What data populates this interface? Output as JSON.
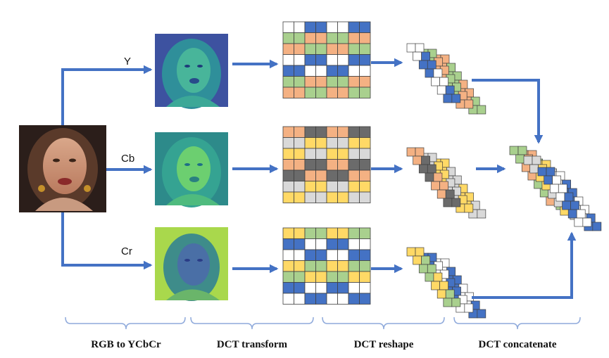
{
  "colors": {
    "arrow": "#4472c4",
    "bracket": "#8ea9db",
    "cell_white": "#ffffff",
    "cell_blue": "#4472c4",
    "cell_green": "#a9d08e",
    "cell_orange": "#f4b183",
    "cell_gray_dark": "#6b6b6b",
    "cell_gray_light": "#d9d9d9",
    "cell_yellow": "#ffd966",
    "grid_line": "#404040",
    "face_tint_y": "#3a6ea8",
    "face_tint_cb": "#3fae8c",
    "face_tint_cr": "#a8d84a"
  },
  "channels": [
    {
      "label": "Y",
      "icon": "face-y-channel-image",
      "palette": [
        "cell_white",
        "cell_blue",
        "cell_green",
        "cell_orange"
      ],
      "grid": [
        [
          0,
          0,
          1,
          1,
          0,
          0,
          1,
          1
        ],
        [
          2,
          2,
          3,
          3,
          2,
          2,
          3,
          3
        ],
        [
          3,
          3,
          2,
          2,
          3,
          3,
          2,
          2
        ],
        [
          0,
          0,
          1,
          1,
          0,
          0,
          1,
          1
        ],
        [
          1,
          1,
          0,
          0,
          1,
          1,
          0,
          0
        ],
        [
          2,
          2,
          3,
          3,
          2,
          2,
          3,
          3
        ],
        [
          3,
          3,
          2,
          2,
          3,
          3,
          2,
          2
        ]
      ]
    },
    {
      "label": "Cb",
      "icon": "face-cb-channel-image",
      "palette": [
        "cell_orange",
        "cell_gray_dark",
        "cell_gray_light",
        "cell_yellow"
      ],
      "grid": [
        [
          0,
          0,
          1,
          1,
          0,
          0,
          1,
          1
        ],
        [
          2,
          2,
          3,
          3,
          2,
          2,
          3,
          3
        ],
        [
          3,
          3,
          2,
          2,
          3,
          3,
          2,
          2
        ],
        [
          0,
          0,
          1,
          1,
          0,
          0,
          1,
          1
        ],
        [
          1,
          1,
          0,
          0,
          1,
          1,
          0,
          0
        ],
        [
          2,
          2,
          3,
          3,
          2,
          2,
          3,
          3
        ],
        [
          3,
          3,
          2,
          2,
          3,
          3,
          2,
          2
        ]
      ]
    },
    {
      "label": "Cr",
      "icon": "face-cr-channel-image",
      "palette": [
        "cell_yellow",
        "cell_green",
        "cell_blue",
        "cell_white"
      ],
      "grid": [
        [
          0,
          0,
          1,
          1,
          0,
          0,
          1,
          1
        ],
        [
          2,
          2,
          3,
          3,
          2,
          2,
          3,
          3
        ],
        [
          3,
          3,
          2,
          2,
          3,
          3,
          2,
          2
        ],
        [
          0,
          0,
          1,
          1,
          0,
          0,
          1,
          1
        ],
        [
          1,
          1,
          0,
          0,
          1,
          1,
          0,
          0
        ],
        [
          2,
          2,
          3,
          3,
          2,
          2,
          3,
          3
        ],
        [
          3,
          3,
          2,
          2,
          3,
          3,
          2,
          2
        ]
      ]
    }
  ],
  "source_image_icon": "rgb-face-photo",
  "stages": [
    {
      "label": "RGB to YCbCr"
    },
    {
      "label": "DCT transform"
    },
    {
      "label": "DCT reshape"
    },
    {
      "label": "DCT concatenate"
    }
  ]
}
